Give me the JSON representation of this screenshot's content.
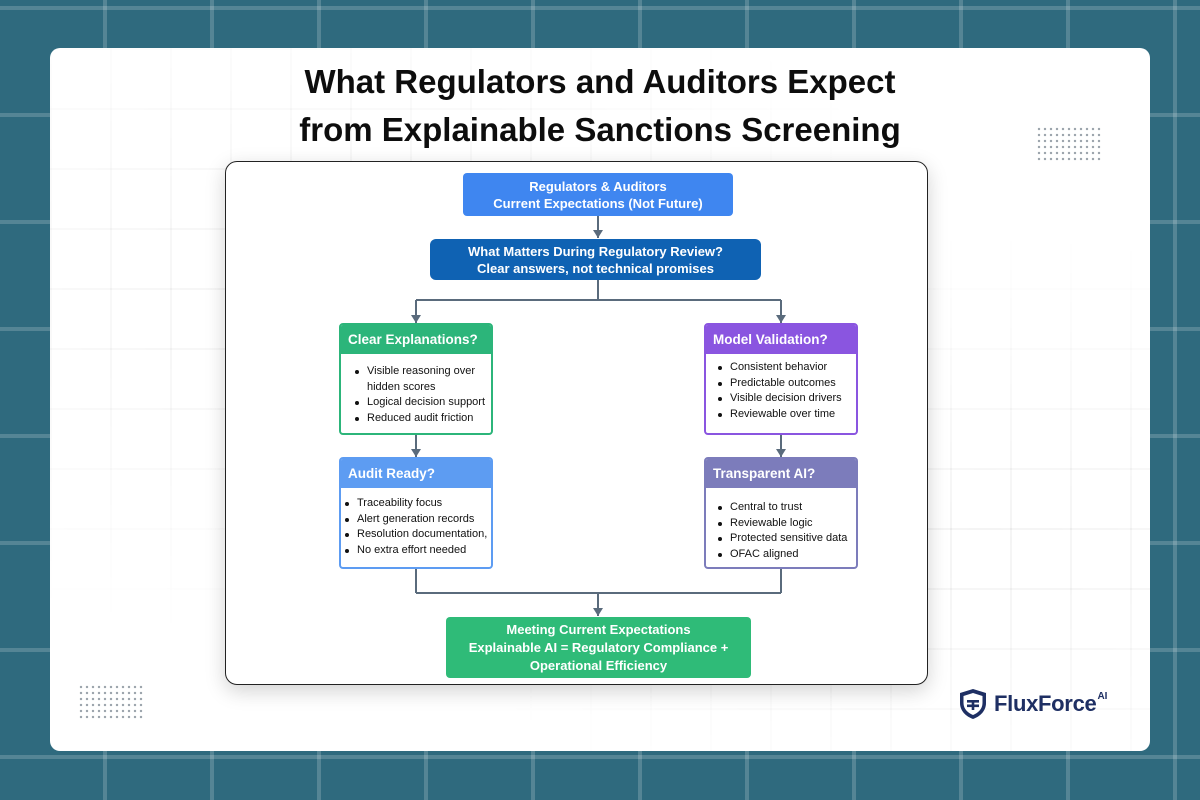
{
  "title": {
    "line1": "What Regulators and Auditors Expect",
    "line2": "from Explainable Sanctions Screening"
  },
  "flow": {
    "top": {
      "line1": "Regulators & Auditors",
      "line2": "Current Expectations (Not Future)",
      "color": "#3f86f0"
    },
    "question": {
      "line1": "What Matters During Regulatory Review?",
      "line2": "Clear answers, not technical promises",
      "color": "#0f62b3"
    },
    "explanations": {
      "title": "Clear Explanations?",
      "color": "#2cb57a",
      "items": [
        "Visible reasoning over",
        "hidden scores",
        "Logical decision support",
        "Reduced audit friction"
      ]
    },
    "audit": {
      "title": "Audit Ready?",
      "color": "#5d9cf2",
      "items": [
        "Traceability focus",
        "Alert generation records",
        "Resolution documentation,",
        "No extra effort needed"
      ]
    },
    "validation": {
      "title": "Model Validation?",
      "color": "#8a55e0",
      "items": [
        "Consistent behavior",
        "Predictable outcomes",
        "Visible decision drivers",
        "Reviewable over time"
      ]
    },
    "transparent": {
      "title": "Transparent AI?",
      "color": "#7c7cbb",
      "items": [
        "Central to trust",
        "Reviewable logic",
        "Protected sensitive data",
        "OFAC aligned"
      ]
    },
    "bottom": {
      "line1": "Meeting Current Expectations",
      "line2": "Explainable AI = Regulatory Compliance +",
      "line3": "Operational Efficiency",
      "color": "#2fbb78"
    }
  },
  "logo": {
    "name": "FluxForce",
    "suffix": "AI",
    "icon": "shield-icon"
  }
}
